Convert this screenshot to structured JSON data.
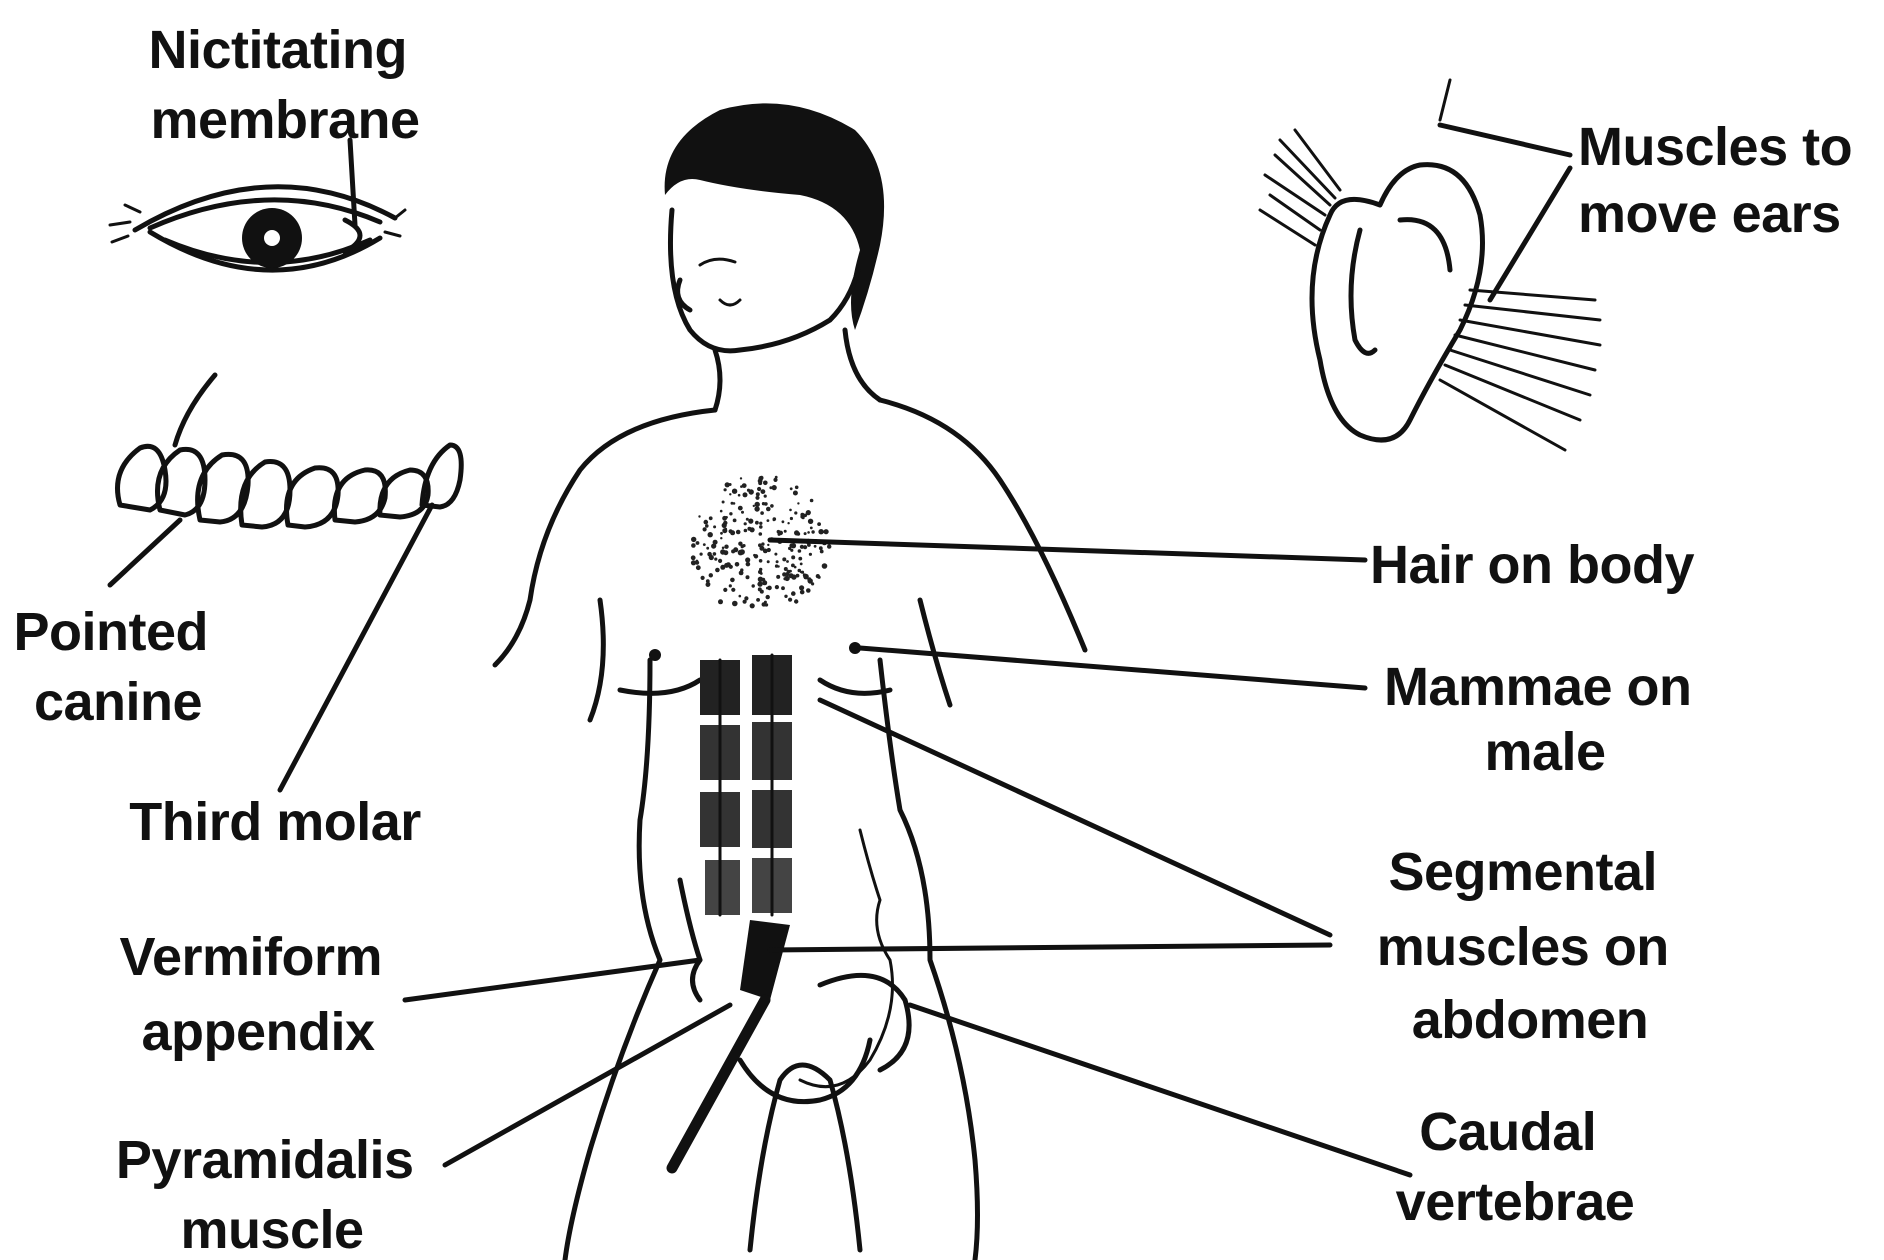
{
  "labels": {
    "nictitating": [
      "Nictitating",
      "membrane"
    ],
    "ears": [
      "Muscles to",
      "move ears"
    ],
    "canine": [
      "Pointed",
      "canine"
    ],
    "molar": [
      "Third molar"
    ],
    "hair": [
      "Hair on body"
    ],
    "mammae": [
      "Mammae on",
      "male"
    ],
    "segmental": [
      "Segmental",
      "muscles on",
      "abdomen"
    ],
    "appendix": [
      "Vermiform",
      "appendix"
    ],
    "pyramidalis": [
      "Pyramidalis",
      "muscle"
    ],
    "caudal": [
      "Caudal",
      "vertebrae"
    ]
  }
}
